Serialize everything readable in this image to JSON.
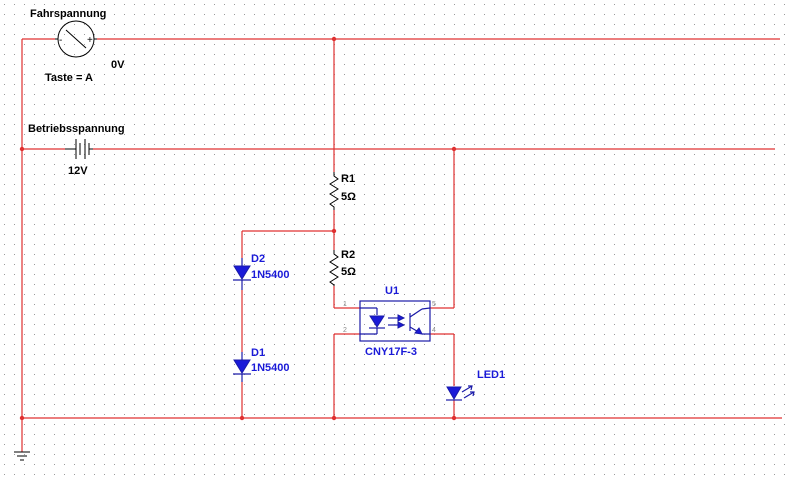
{
  "labels": {
    "meter_name": "Fahrspannung",
    "meter_value": "0V",
    "key_hint": "Taste = A",
    "battery_name": "Betriebsspannung",
    "battery_value": "12V",
    "r1_name": "R1",
    "r1_value": "5Ω",
    "r2_name": "R2",
    "r2_value": "5Ω",
    "d2_name": "D2",
    "d2_value": "1N5400",
    "d1_name": "D1",
    "d1_value": "1N5400",
    "u1_name": "U1",
    "u1_value": "CNY17F-3",
    "led_name": "LED1",
    "pin1": "1",
    "pin2": "2",
    "pin4": "4",
    "pin5": "5"
  },
  "colors": {
    "wire": "#e03030",
    "component_label": "#1a1ad8",
    "grid_dot": "#9a9a9a"
  },
  "icons": {
    "meter": "voltmeter-icon",
    "battery": "battery-icon",
    "resistor": "resistor-icon",
    "diode": "diode-icon",
    "optocoupler": "optocoupler-icon",
    "led": "led-icon",
    "ground": "ground-icon"
  }
}
